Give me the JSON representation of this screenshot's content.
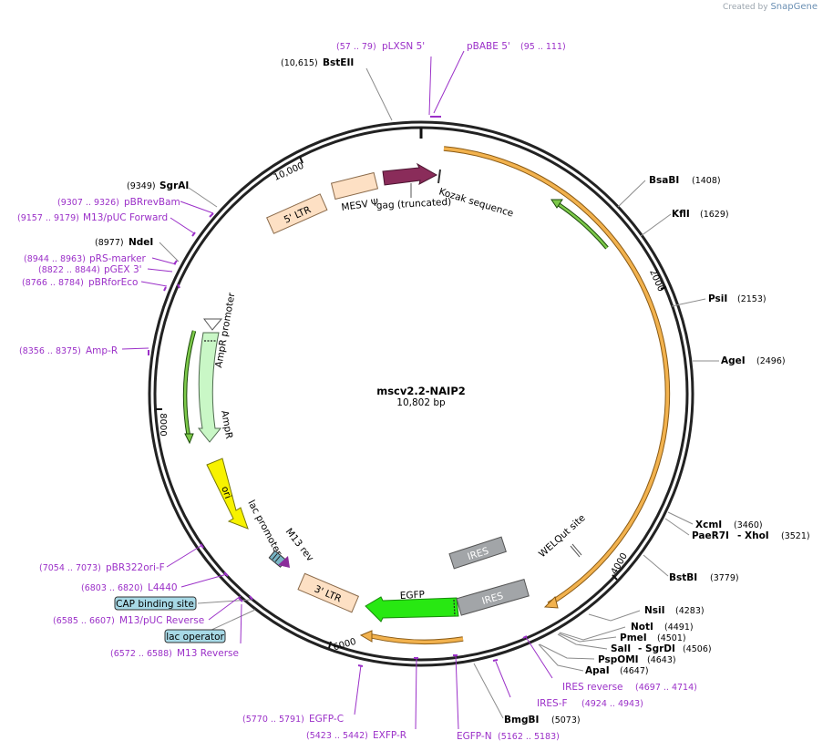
{
  "watermark": {
    "prefix": "Created by",
    "brand": "SnapGene"
  },
  "title": "mscv2.2-NAIP2",
  "size_label": "10,802 bp",
  "ticks": [
    "10,000",
    "2000",
    "4000",
    "6000",
    "8000"
  ],
  "colors": {
    "primer": "#9b30c8",
    "enzyme": "#000000",
    "ltr": "#fde0c4",
    "gag": "#8a2c5a",
    "cds_orange": "#f2b24e",
    "ampr": "#c9f7c6",
    "ori": "#f7f200",
    "egfp": "#28e812",
    "ires": "#a2a5a8",
    "feature_green": "#3c8a1e",
    "box_fill": "#a7d9e6"
  },
  "features": [
    {
      "label": "Kozak sequence"
    },
    {
      "label": "gag (truncated)"
    },
    {
      "label": "MESV Ψ"
    },
    {
      "label": "5' LTR"
    },
    {
      "label": "AmpR promoter"
    },
    {
      "label": "AmpR"
    },
    {
      "label": "ori"
    },
    {
      "label": "lac promoter"
    },
    {
      "label": "M13 rev"
    },
    {
      "label": "3' LTR"
    },
    {
      "label": "EGFP"
    },
    {
      "label": "IRES"
    },
    {
      "label": "IRES"
    },
    {
      "label": "WELQut site"
    }
  ],
  "enzymes": [
    {
      "name": "BstEII",
      "pos": "(10,615)"
    },
    {
      "name": "SgrAI",
      "pos": "(9349)"
    },
    {
      "name": "NdeI",
      "pos": "(8977)"
    },
    {
      "name": "BsaBI",
      "pos": "(1408)"
    },
    {
      "name": "KflI",
      "pos": "(1629)"
    },
    {
      "name": "PsiI",
      "pos": "(2153)"
    },
    {
      "name": "AgeI",
      "pos": "(2496)"
    },
    {
      "name": "XcmI",
      "pos": "(3460)"
    },
    {
      "name": "PaeR7I",
      "name2": "- XhoI",
      "pos": "(3521)"
    },
    {
      "name": "BstBI",
      "pos": "(3779)"
    },
    {
      "name": "NsiI",
      "pos": "(4283)"
    },
    {
      "name": "NotI",
      "pos": "(4491)"
    },
    {
      "name": "PmeI",
      "pos": "(4501)"
    },
    {
      "name": "SalI",
      "name2": "- SgrDI",
      "pos": "(4506)"
    },
    {
      "name": "PspOMI",
      "pos": "(4643)"
    },
    {
      "name": "ApaI",
      "pos": "(4647)"
    },
    {
      "name": "BmgBI",
      "pos": "(5073)"
    }
  ],
  "primers": [
    {
      "name": "pLXSN 5'",
      "pos": "(57 .. 79)"
    },
    {
      "name": "pBABE 5'",
      "pos": "(95 .. 111)"
    },
    {
      "name": "pBRrevBam",
      "pos": "(9307 .. 9326)"
    },
    {
      "name": "M13/pUC Forward",
      "pos": "(9157 .. 9179)"
    },
    {
      "name": "pRS-marker",
      "pos": "(8944 .. 8963)"
    },
    {
      "name": "pGEX 3'",
      "pos": "(8822 .. 8844)"
    },
    {
      "name": "pBRforEco",
      "pos": "(8766 .. 8784)"
    },
    {
      "name": "Amp-R",
      "pos": "(8356 .. 8375)"
    },
    {
      "name": "pBR322ori-F",
      "pos": "(7054 .. 7073)"
    },
    {
      "name": "L4440",
      "pos": "(6803 .. 6820)"
    },
    {
      "name": "M13/pUC Reverse",
      "pos": "(6585 .. 6607)"
    },
    {
      "name": "M13 Reverse",
      "pos": "(6572 .. 6588)"
    },
    {
      "name": "EGFP-C",
      "pos": "(5770 .. 5791)"
    },
    {
      "name": "EXFP-R",
      "pos": "(5423 .. 5442)"
    },
    {
      "name": "EGFP-N",
      "pos": "(5162 .. 5183)"
    },
    {
      "name": "IRES-F",
      "pos": "(4924 .. 4943)"
    },
    {
      "name": "IRES reverse",
      "pos": "(4697 .. 4714)"
    }
  ],
  "boxes": [
    {
      "label": "CAP binding site"
    },
    {
      "label": "lac operator"
    }
  ]
}
